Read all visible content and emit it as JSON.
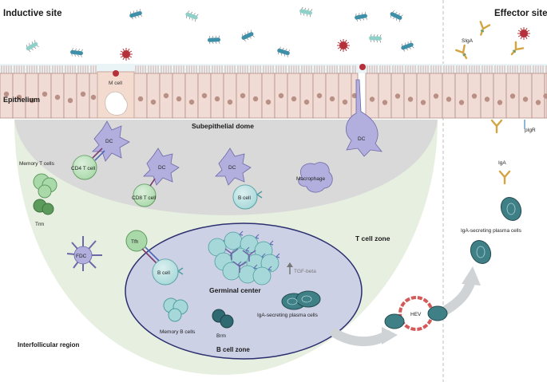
{
  "labels": {
    "inductive_site": "Inductive site",
    "effector_site": "Effector site",
    "epithelium": "Epithelium",
    "m_cell": "M cell",
    "subepithelial_dome": "Subepithelial dome",
    "dc1": "DC",
    "dc2": "DC",
    "dc3": "DC",
    "dc4": "DC",
    "cd4_t_cell": "CD4 T cell",
    "cd8_t_cell": "CD8 T cell",
    "b_cell_sed": "B cell",
    "macrophage": "Macrophage",
    "memory_t_cells": "Memory T cells",
    "trm": "Trm",
    "fdc": "FDC",
    "tfh": "Tfh",
    "b_cell_gc": "B cell",
    "germinal_center": "Germinal center",
    "tgf_beta": "TGF-beta",
    "iga_plasma_inductive": "IgA-secreting plasma cells",
    "memory_b_cells": "Memory B cells",
    "brm": "Brm",
    "b_cell_zone": "B cell zone",
    "t_cell_zone": "T cell zone",
    "interfollicular_region": "Interfollicular region",
    "hev": "HEV",
    "siga": "SIgA",
    "pigr": "pIgR",
    "iga": "IgA",
    "iga_plasma_effector": "IgA-secreting plasma cells"
  },
  "colors": {
    "epithelium_cell": "#f1dcd5",
    "epithelium_nucleus": "#b98f86",
    "microvilli": "#c88f86",
    "dome": "#d9d9d9",
    "t_zone": "#e6efdf",
    "b_zone": "#cfd2e6",
    "dc": "#b2afde",
    "t_cell": "#a9d9a9",
    "b_cell": "#a7d8d9",
    "plasma": "#3f7f86",
    "virus": "#b5303a",
    "antibody": "#d3a441",
    "hev": "#d45a5a"
  }
}
